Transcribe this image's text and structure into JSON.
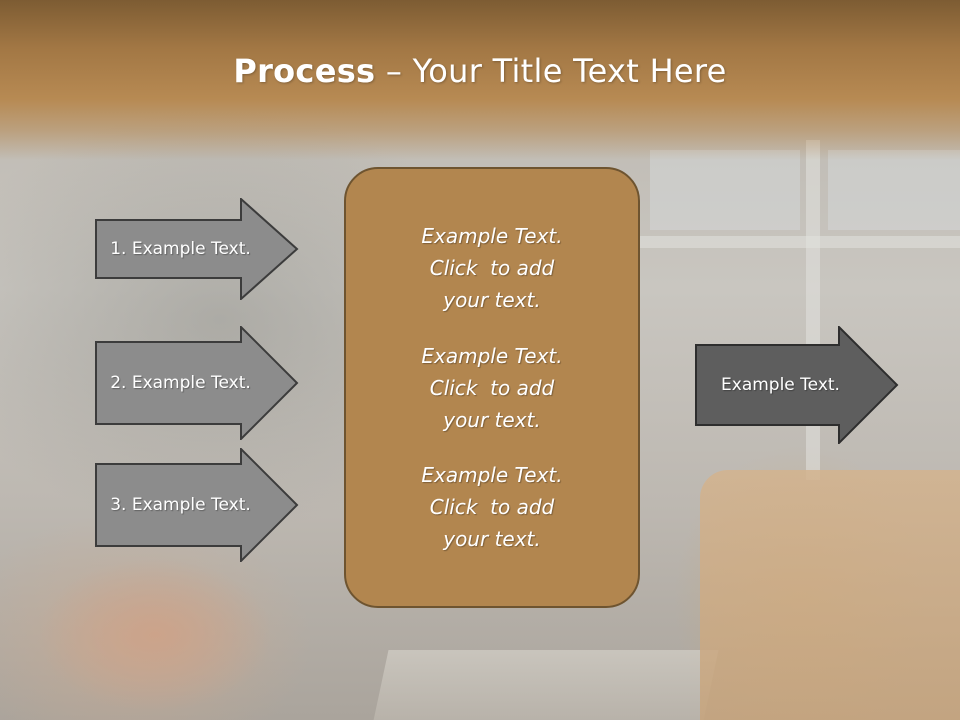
{
  "slide": {
    "title_bold": "Process",
    "title_rest": " – Your Title Text Here",
    "steps": [
      {
        "label": "1. Example Text."
      },
      {
        "label": "2. Example Text."
      },
      {
        "label": "3. Example Text."
      }
    ],
    "center_box": {
      "paragraphs": [
        {
          "line1": "Example Text.",
          "line2": "Click  to add",
          "line3": "your text."
        },
        {
          "line1": "Example Text.",
          "line2": "Click  to add",
          "line3": "your text."
        },
        {
          "line1": "Example Text.",
          "line2": "Click  to add",
          "line3": "your text."
        }
      ]
    },
    "output_arrow": {
      "label": "Example Text."
    }
  },
  "colors": {
    "header": "#a27744",
    "step_arrow_fill": "#8c8c8c",
    "output_arrow_fill": "#5e5e5e",
    "box_fill": "#b2864f",
    "box_border": "#6e5430"
  }
}
